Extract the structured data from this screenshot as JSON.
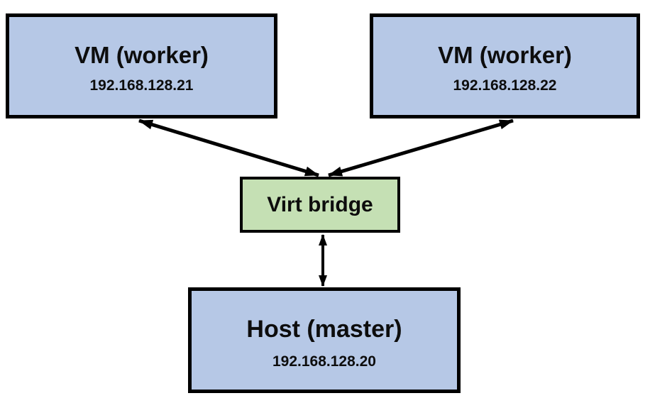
{
  "diagram": {
    "nodes": {
      "vm1": {
        "label": "VM (worker)",
        "ip": "192.168.128.21"
      },
      "vm2": {
        "label": "VM (worker)",
        "ip": "192.168.128.22"
      },
      "bridge": {
        "label": "Virt bridge"
      },
      "host": {
        "label": "Host (master)",
        "ip": "192.168.128.20"
      }
    },
    "edges": [
      {
        "from": "vm1",
        "to": "bridge",
        "bidirectional": true
      },
      {
        "from": "vm2",
        "to": "bridge",
        "bidirectional": true
      },
      {
        "from": "bridge",
        "to": "host",
        "bidirectional": true
      }
    ],
    "colors": {
      "vm_fill": "#b6c8e6",
      "bridge_fill": "#c5e0b4",
      "border": "#000000",
      "background": "#ffffff",
      "text": "#0d0d0d"
    }
  }
}
